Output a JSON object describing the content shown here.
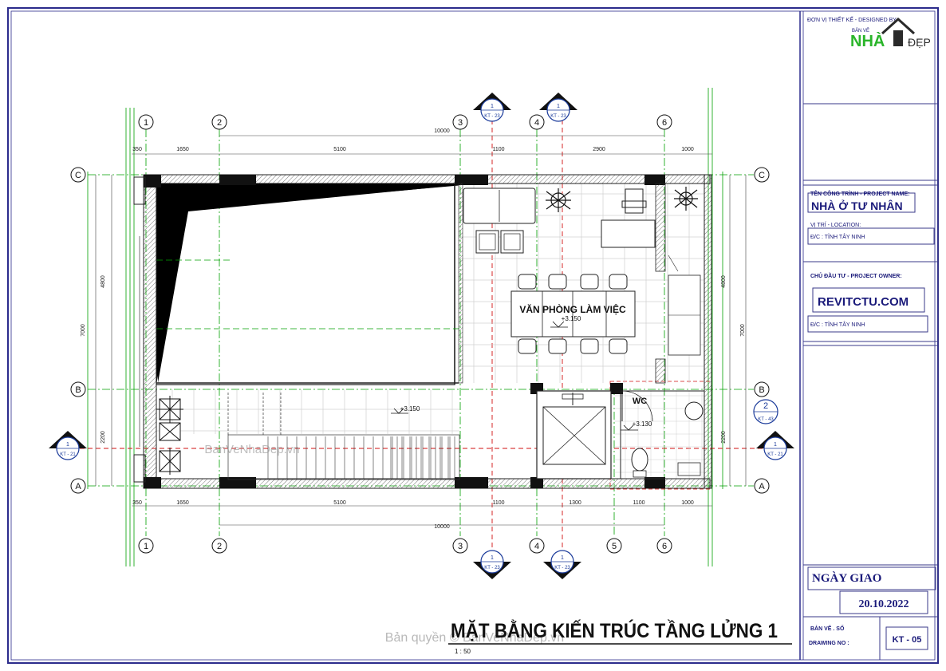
{
  "drawing": {
    "title": "MẶT BẰNG KIẾN TRÚC TẦNG LỬNG 1",
    "scale": "1 : 50",
    "watermark_center": "BanVeNhaDep.vn",
    "watermark_bottom": "Bản quyền © BanVeNhaDep.vn"
  },
  "grid": {
    "columns": [
      "1",
      "2",
      "3",
      "4",
      "5",
      "6"
    ],
    "rows": [
      "A",
      "B",
      "C"
    ]
  },
  "dimensions": {
    "top_total": "10000",
    "top_segments": [
      "350",
      "1650",
      "5100",
      "1100",
      "2900",
      "1000"
    ],
    "bottom_total": "10000",
    "bottom_segments": [
      "350",
      "1650",
      "5100",
      "1100",
      "1300",
      "1100",
      "1000"
    ],
    "left": [
      "7000",
      "4800",
      "2200"
    ],
    "right": [
      "7000",
      "4800",
      "2200"
    ]
  },
  "rooms": {
    "office": "VĂN PHÒNG LÀM VIỆC",
    "office_level": "+3.150",
    "corridor_level": "+3.150",
    "wc": "WC",
    "wc_level": "+3.130"
  },
  "section_marks": {
    "top_a": [
      "1",
      "KT - 23"
    ],
    "top_b": [
      "1",
      "KT - 23"
    ],
    "bottom_a": [
      "1",
      "KT - 23"
    ],
    "bottom_b": [
      "1",
      "KT - 23"
    ],
    "left": [
      "1",
      "KT - 21"
    ],
    "right": [
      "1",
      "KT - 21"
    ],
    "detail": [
      "2",
      "KT - 43"
    ]
  },
  "title_block": {
    "designer_label": "ĐƠN VỊ THIẾT KẾ - DESIGNED BY",
    "logo_prefix": "BẢN VẼ",
    "logo_nha": "NHÀ",
    "logo_dep": "ĐẸP",
    "project_name_label": "TÊN CÔNG TRÌNH - PROJECT NAME:",
    "project_name": "NHÀ Ở TƯ NHÂN",
    "location_label": "VỊ TRÍ - LOCATION:",
    "location_address": "Đ/C : TỈNH TÂY NINH",
    "owner_label": "CHỦ ĐẦU TƯ - PROJECT OWNER:",
    "owner_name": "REVITCTU.COM",
    "owner_address": "Đ/C : TỈNH TÂY NINH",
    "date_label": "NGÀY GIAO",
    "date_value": "20.10.2022",
    "drawing_no_label_vn": "BẢN VẼ . SỐ",
    "drawing_no_label_en": "DRAWING NO :",
    "drawing_no": "KT - 05"
  },
  "colors": {
    "border": "#2c2c8c",
    "wall_fill": "#111111",
    "grid_line": "#00a000",
    "section_line": "#d01010",
    "dim_text": "#1a1a1a",
    "marker": "#1a3a9a"
  }
}
